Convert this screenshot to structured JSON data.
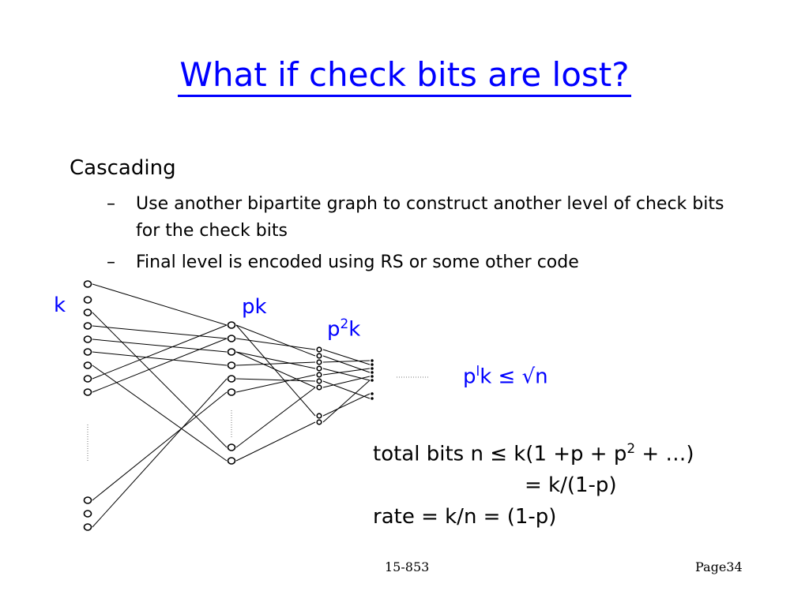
{
  "slide": {
    "title": "What if check bits are lost?",
    "heading": "Cascading",
    "bullets": [
      {
        "dash": "–",
        "text": "Use another bipartite graph to construct another level of check bits for the check bits"
      },
      {
        "dash": "–",
        "text": "Final level is encoded using RS or some other code"
      }
    ]
  },
  "diagram": {
    "label_k": "k",
    "label_pk": "pk",
    "label_p2k_base": "p",
    "label_p2k_sup": "2",
    "label_p2k_tail": "k",
    "label_plk_base": "p",
    "label_plk_sup": "l",
    "label_plk_tail": "k ≤ √n",
    "node_glyph": "o",
    "colors": {
      "accent": "#0000ff",
      "edges": "#000000"
    }
  },
  "formulas": {
    "line1_a": "total bits n ≤ k(1 +p + p",
    "line1_sup": "2",
    "line1_b": " + …)",
    "line2": "= k/(1-p)",
    "line3": "rate = k/n = (1-p)"
  },
  "footer": {
    "left": "15-853",
    "right": "Page34"
  }
}
